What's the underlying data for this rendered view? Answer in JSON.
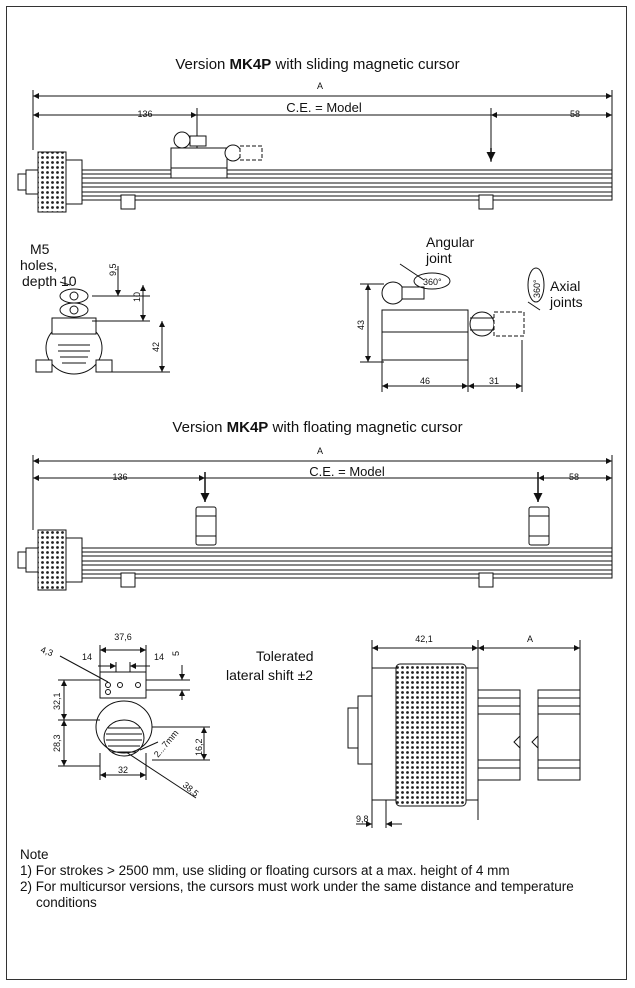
{
  "section1": {
    "title_prefix": "Version ",
    "title_bold": "MK4P",
    "title_suffix": " with sliding magnetic cursor",
    "dim_a": "A",
    "dim_left": "136",
    "dim_right": "58",
    "ce_label": "C.E. = Model",
    "holes_label_1": "M5",
    "holes_label_2": "holes,",
    "holes_label_3": "depth 10",
    "dim_9_5": "9,5",
    "dim_10": "10",
    "dim_42": "42",
    "angular_label_1": "Angular",
    "angular_label_2": "joint",
    "angle_360_a": "360°",
    "angle_360_b": "360°",
    "axial_label_1": "Axial",
    "axial_label_2": "joints",
    "dim_43": "43",
    "dim_46": "46",
    "dim_31": "31"
  },
  "section2": {
    "title_prefix": "Version ",
    "title_bold": "MK4P",
    "title_suffix": " with floating magnetic cursor",
    "dim_a": "A",
    "dim_left": "136",
    "dim_right": "58",
    "ce_label": "C.E. = Model",
    "dim_4_3": "4,3",
    "dim_37_6": "37,6",
    "dim_14_a": "14",
    "dim_14_b": "14",
    "dim_5": "5",
    "dim_32_1": "32,1",
    "dim_28_3": "28,3",
    "dim_32": "32",
    "dim_16_2": "16,2",
    "dim_2_7": "2...7mm",
    "dim_38_5": "38,5",
    "tolerated_1": "Tolerated",
    "tolerated_2": "lateral shift  ±2",
    "dim_42_1": "42,1",
    "dim_a2": "A",
    "dim_9_8": "9,8"
  },
  "notes": {
    "heading": "Note",
    "items": [
      "1) For strokes > 2500 mm, use sliding or floating cursors at a max. height of 4 mm",
      "2) For multicursor versions, the cursors must work under the same distance and temperature conditions"
    ]
  }
}
